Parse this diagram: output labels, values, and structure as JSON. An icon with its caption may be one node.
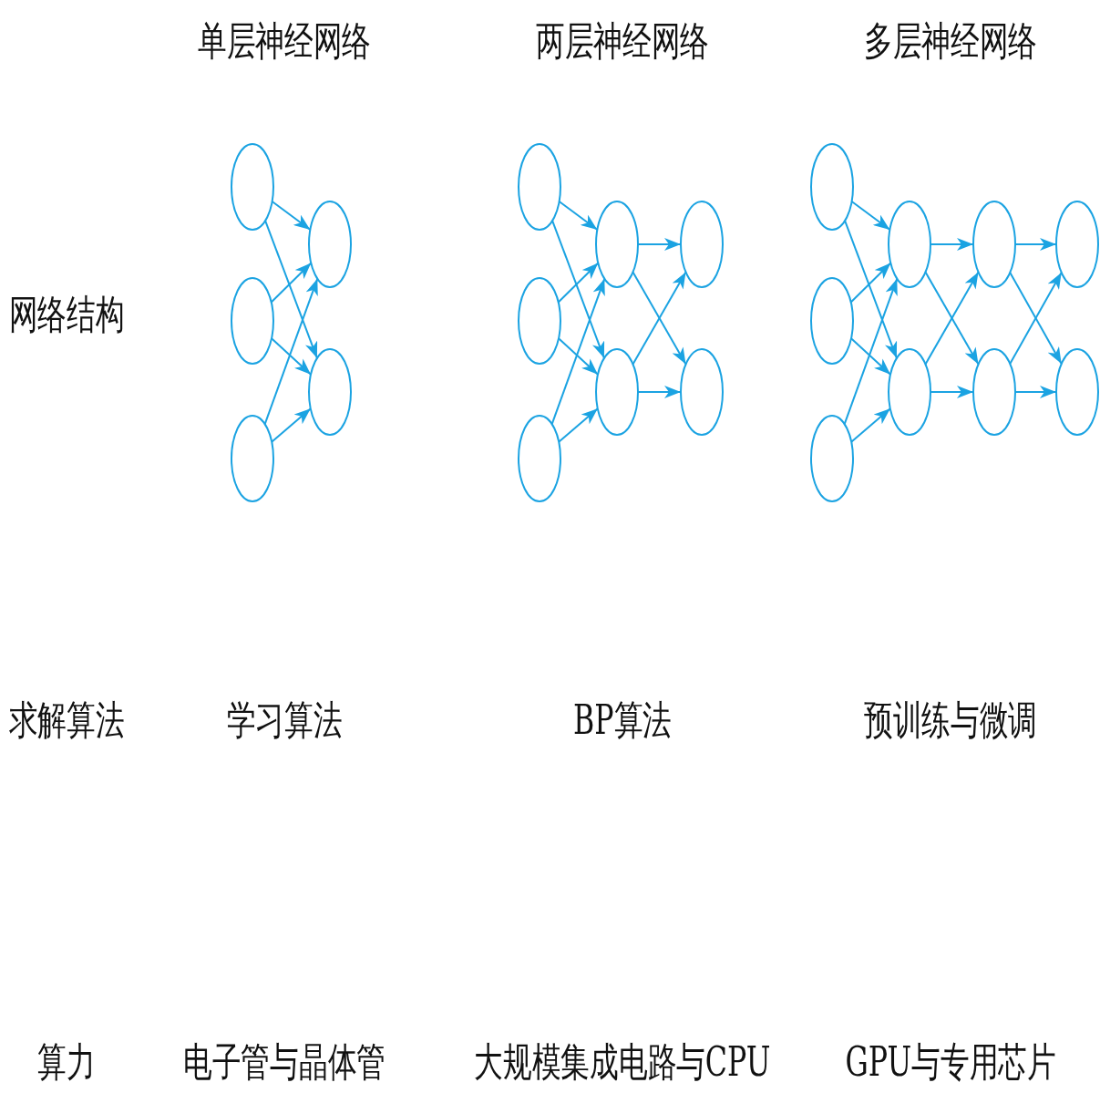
{
  "diagram": {
    "nodes": [
      {
        "text": [],
        "shape": "circle"
      },
      {
        "text": [],
        "shape": "circle"
      },
      {
        "text": [],
        "shape": "circle"
      },
      {
        "text": [],
        "shape": "circle"
      },
      {
        "text": [],
        "shape": "circle"
      },
      {
        "text": [],
        "shape": "circle"
      },
      {
        "text": [],
        "shape": "circle"
      },
      {
        "text": [],
        "shape": "circle"
      },
      {
        "text": [],
        "shape": "circle"
      },
      {
        "text": [],
        "shape": "circle"
      },
      {
        "text": [],
        "shape": "circle"
      },
      {
        "text": [],
        "shape": "circle"
      },
      {
        "text": [],
        "shape": "circle"
      },
      {
        "text": [],
        "shape": "circle"
      },
      {
        "text": [],
        "shape": "circle"
      },
      {
        "text": [],
        "shape": "circle"
      },
      {
        "text": [],
        "shape": "circle"
      },
      {
        "text": [],
        "shape": "circle"
      },
      {
        "text": [],
        "shape": "circle"
      },
      {
        "text": [],
        "shape": "circle"
      },
      {
        "text": [],
        "shape": "circle"
      }
    ],
    "edges": [
      {
        "from": 0,
        "to": 3,
        "arrow": "to"
      },
      {
        "from": 0,
        "to": 4,
        "arrow": "to"
      },
      {
        "from": 1,
        "to": 3,
        "arrow": "to"
      },
      {
        "from": 1,
        "to": 4,
        "arrow": "to"
      },
      {
        "from": 2,
        "to": 3,
        "arrow": "to"
      },
      {
        "from": 2,
        "to": 4,
        "arrow": "to"
      },
      {
        "from": 5,
        "to": 8,
        "arrow": "to"
      },
      {
        "from": 5,
        "to": 9,
        "arrow": "to"
      },
      {
        "from": 6,
        "to": 8,
        "arrow": "to"
      },
      {
        "from": 6,
        "to": 9,
        "arrow": "to"
      },
      {
        "from": 7,
        "to": 8,
        "arrow": "to"
      },
      {
        "from": 7,
        "to": 9,
        "arrow": "to"
      },
      {
        "from": 8,
        "to": 10,
        "arrow": "to"
      },
      {
        "from": 8,
        "to": 11,
        "arrow": "to"
      },
      {
        "from": 9,
        "to": 10,
        "arrow": "to"
      },
      {
        "from": 9,
        "to": 11,
        "arrow": "to"
      },
      {
        "from": 12,
        "to": 15,
        "arrow": "to"
      },
      {
        "from": 12,
        "to": 16,
        "arrow": "to"
      },
      {
        "from": 13,
        "to": 15,
        "arrow": "to"
      },
      {
        "from": 13,
        "to": 16,
        "arrow": "to"
      },
      {
        "from": 14,
        "to": 15,
        "arrow": "to"
      },
      {
        "from": 14,
        "to": 16,
        "arrow": "to"
      },
      {
        "from": 15,
        "to": 17,
        "arrow": "to"
      },
      {
        "from": 15,
        "to": 18,
        "arrow": "to"
      },
      {
        "from": 16,
        "to": 17,
        "arrow": "to"
      },
      {
        "from": 16,
        "to": 18,
        "arrow": "to"
      },
      {
        "from": 17,
        "to": 19,
        "arrow": "to"
      },
      {
        "from": 17,
        "to": 20,
        "arrow": "to"
      },
      {
        "from": 18,
        "to": 19,
        "arrow": "to"
      },
      {
        "from": 18,
        "to": 20,
        "arrow": "to"
      }
    ],
    "labels": [
      "单层神经网络",
      "两层神经网络",
      "多层神经网络",
      "网络结构",
      "求解算法",
      "学习算法",
      "BP算法",
      "预训练与微调",
      "算力",
      "电子管与晶体管",
      "大规模集成电路与CPU",
      "GPU与专用芯片"
    ]
  }
}
